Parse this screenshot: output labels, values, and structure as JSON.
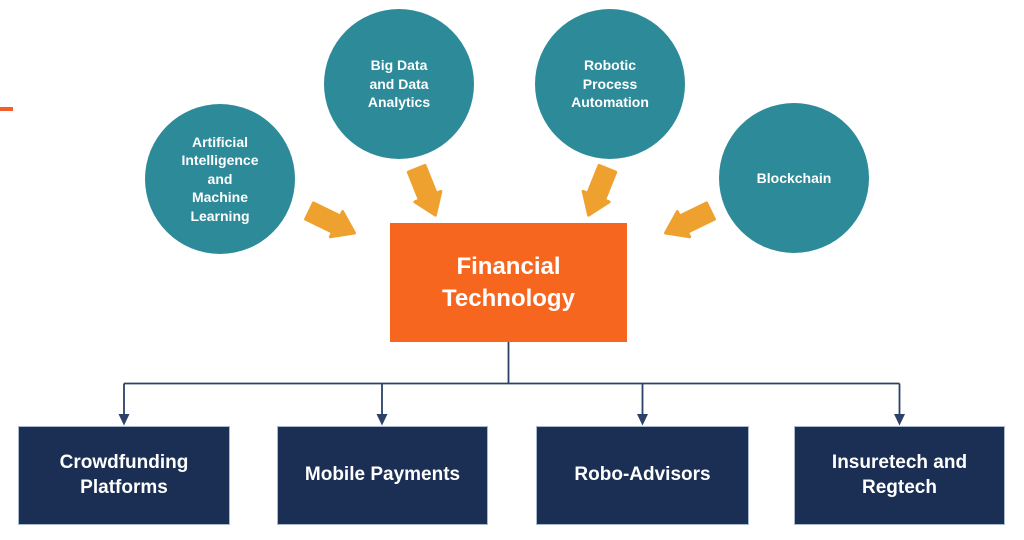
{
  "colors": {
    "circle_teal": "#2c8a99",
    "center_orange": "#f6661e",
    "arrow_orange": "#efa12f",
    "box_navy": "#1b2f55",
    "box_border": "#a9bacf",
    "connector_navy": "#2b4168",
    "edge_dash_orange": "#f45e2a",
    "text_white": "#ffffff"
  },
  "diagram": {
    "center": {
      "label": "Financial\nTechnology"
    },
    "inputs": [
      {
        "id": "artificial-intelligence-machine-learning",
        "label": "Artificial\nIntelligence\nand\nMachine\nLearning"
      },
      {
        "id": "big-data-analytics",
        "label": "Big Data\nand Data\nAnalytics"
      },
      {
        "id": "robotic-process-automation",
        "label": "Robotic\nProcess\nAutomation"
      },
      {
        "id": "blockchain",
        "label": "Blockchain"
      }
    ],
    "outputs": [
      {
        "id": "crowdfunding-platforms",
        "label": "Crowdfunding\nPlatforms"
      },
      {
        "id": "mobile-payments",
        "label": "Mobile Payments"
      },
      {
        "id": "robo-advisors",
        "label": "Robo-Advisors"
      },
      {
        "id": "insuretech-regtech",
        "label": "Insuretech and\nRegtech"
      }
    ]
  }
}
